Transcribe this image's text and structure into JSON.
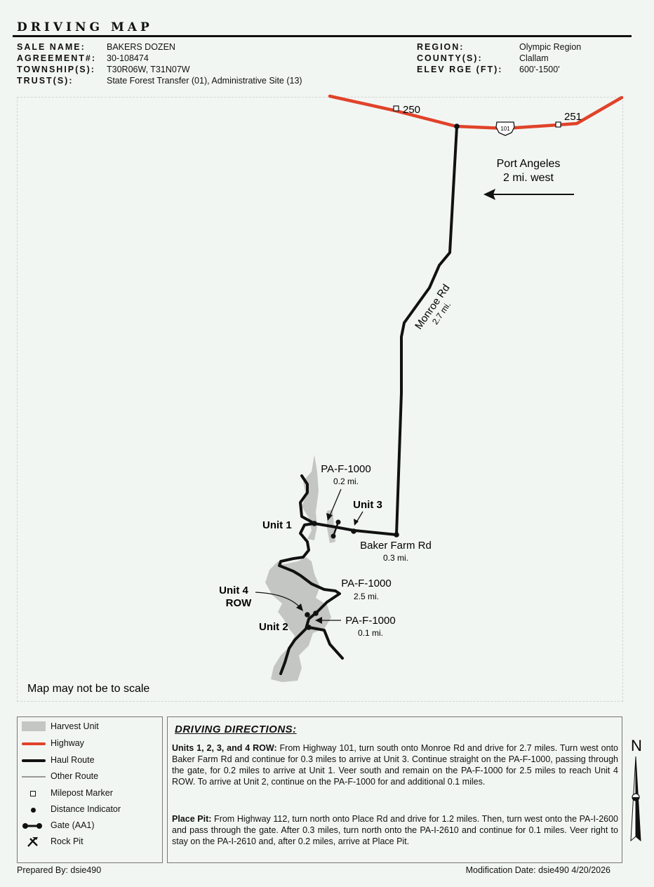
{
  "header": {
    "title": "DRIVING MAP",
    "left_fields": [
      {
        "label": "SALE NAME:",
        "value": "BAKERS DOZEN"
      },
      {
        "label": "AGREEMENT#:",
        "value": "30-108474"
      },
      {
        "label": "TOWNSHIP(S):",
        "value": "T30R06W, T31N07W"
      },
      {
        "label": "TRUST(S):",
        "value": "State Forest Transfer (01), Administrative Site (13)"
      }
    ],
    "right_fields": [
      {
        "label": "REGION:",
        "value": "Olympic Region"
      },
      {
        "label": "COUNTY(S):",
        "value": "Clallam"
      },
      {
        "label": "ELEV RGE (FT):",
        "value": "600'-1500'"
      }
    ]
  },
  "colors": {
    "highway": "#e0432a",
    "haul_route": "#111111",
    "harvest_unit": "#c4c6c4",
    "background": "#f2f6f3"
  },
  "map": {
    "milepost_250": "250",
    "milepost_251": "251",
    "highway_shield": "101",
    "port_angeles": [
      "Port Angeles",
      "2 mi. west"
    ],
    "monroe_rd": "Monroe Rd",
    "monroe_rd_dist": "2.7 mi.",
    "baker_farm_rd": "Baker Farm Rd",
    "baker_farm_dist": "0.3 mi.",
    "pa_f1000_top": "PA-F-1000",
    "pa_f1000_top_dist": "0.2 mi.",
    "pa_f1000_mid": "PA-F-1000",
    "pa_f1000_mid_dist": "2.5 mi.",
    "pa_f1000_low": "PA-F-1000",
    "pa_f1000_low_dist": "0.1 mi.",
    "unit1": "Unit 1",
    "unit2": "Unit 2",
    "unit3": "Unit 3",
    "unit4": [
      "Unit 4",
      "ROW"
    ],
    "scale_note": "Map may not be to scale",
    "north": "N"
  },
  "legend": {
    "items": [
      {
        "label": "Harvest Unit",
        "icon": "harvest-unit-swatch"
      },
      {
        "label": "Highway",
        "icon": "highway-line"
      },
      {
        "label": "Haul Route",
        "icon": "haul-route-line"
      },
      {
        "label": "Other Route",
        "icon": "other-route-line"
      },
      {
        "label": "Milepost Marker",
        "icon": "milepost-square-icon"
      },
      {
        "label": "Distance Indicator",
        "icon": "distance-dot-icon"
      },
      {
        "label": "Gate (AA1)",
        "icon": "gate-icon"
      },
      {
        "label": "Rock Pit",
        "icon": "rock-pit-icon"
      }
    ]
  },
  "directions": {
    "title": "DRIVING DIRECTIONS:",
    "p1_head": "Units 1, 2, 3, and 4 ROW:",
    "p1_body": " From Highway 101, turn south onto Monroe Rd and drive for 2.7 miles. Turn west onto Baker Farm Rd and continue for 0.3 miles to arrive at Unit 3. Continue straight on the PA-F-1000, passing through the gate, for 0.2 miles to arrive at Unit 1. Veer south and remain on the PA-F-1000 for 2.5 miles to reach Unit 4 ROW. To arrive at Unit 2, continue on the PA-F-1000 for and additional 0.1 miles.",
    "p2_head": "Place Pit:",
    "p2_body": " From Highway 112, turn north onto Place Rd and drive for 1.2 miles. Then, turn west onto the PA-I-2600 and pass through the gate. After 0.3 miles, turn north onto the PA-I-2610 and continue for 0.1 miles. Veer right to stay on the PA-I-2610 and, after 0.2 miles, arrive at Place Pit."
  },
  "footer": {
    "prepared_by": "Prepared By:  dsie490",
    "modification": "Modification Date:  dsie490 4/20/2026"
  }
}
